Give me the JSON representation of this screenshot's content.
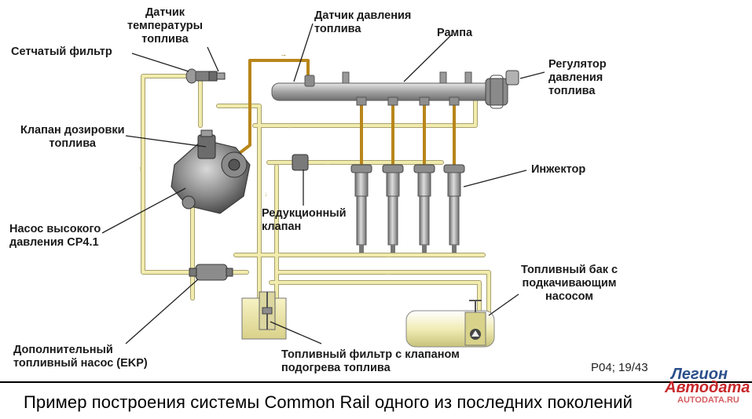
{
  "labels": {
    "temp_sensor": "Датчик\nтемпературы\nтоплива",
    "mesh_filter": "Сетчатый фильтр",
    "pressure_sensor": "Датчик давления\nтоплива",
    "rail": "Рампа",
    "pressure_regulator": "Регулятор\nдавления\nтоплива",
    "metering_valve": "Клапан дозировки\nтоплива",
    "injector": "Инжектор",
    "hp_pump": "Насос высокого\nдавления CP4.1",
    "reduction_valve": "Редукционный\nклапан",
    "fuel_tank": "Топливный бак с\nподкачивающим\nнасосом",
    "aux_pump": "Дополнительный\nтопливный насос (EKP)",
    "fuel_filter": "Топливный фильтр с клапаном\nподогрева топлива"
  },
  "ref": "P04; 19/43",
  "caption": "Пример построения системы Common Rail одного из последних поколений",
  "logo": {
    "line1": "Легион",
    "line2": "Автодата",
    "line3": "AUTODATA.RU"
  },
  "colors": {
    "low_pressure_line": "#eee8a4",
    "high_pressure_line": "#b8861b",
    "component_gray": "#9a9a9a",
    "leader": "#222222"
  }
}
